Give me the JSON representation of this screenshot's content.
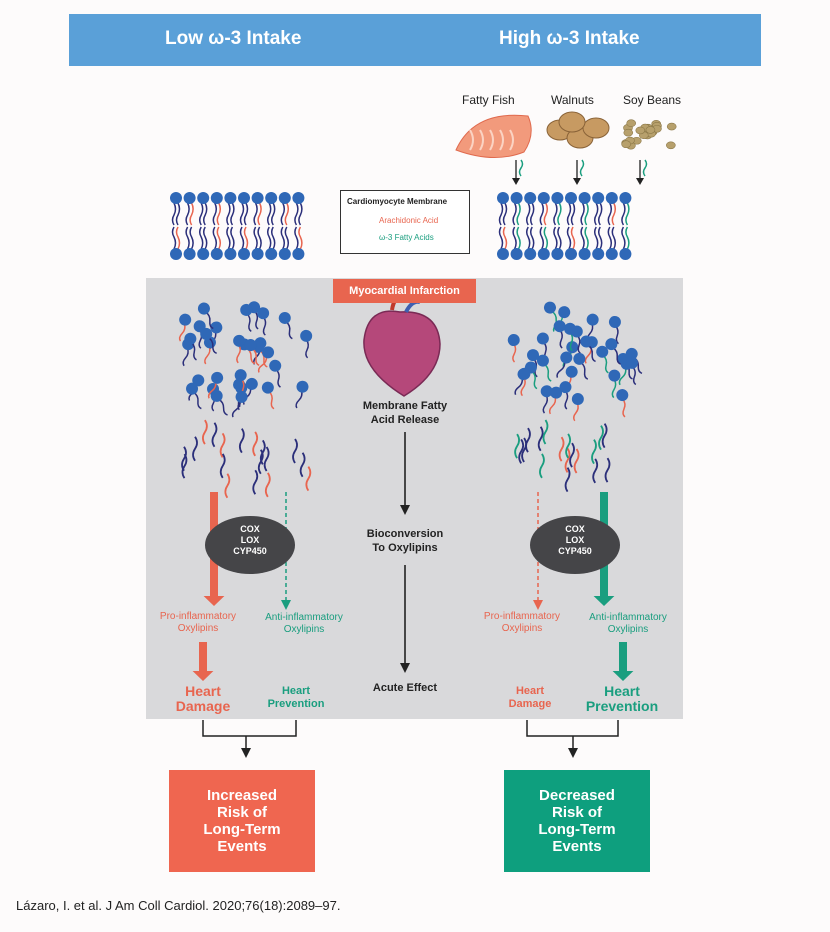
{
  "header": {
    "left_title": "Low ω-3 Intake",
    "right_title": "High ω-3 Intake"
  },
  "foods": [
    "Fatty Fish",
    "Walnuts",
    "Soy Beans"
  ],
  "legend": {
    "title": "Cardiomyocyte Membrane",
    "arachidonic": "Arachidonic Acid",
    "omega3": "ω-3 Fatty Acids",
    "arachidonic_color": "#e8654f",
    "omega3_color": "#1a9e7f"
  },
  "center": {
    "event": "Myocardial Infarction",
    "release": [
      "Membrane Fatty",
      "Acid Release"
    ],
    "bioconversion": [
      "Bioconversion",
      "To Oxylipins"
    ],
    "acute": "Acute Effect"
  },
  "enzymes": [
    "COX",
    "LOX",
    "CYP450"
  ],
  "left": {
    "pro": [
      "Pro-inflammatory",
      "Oxylipins"
    ],
    "anti": [
      "Anti-inflammatory",
      "Oxylipins"
    ],
    "damage": [
      "Heart",
      "Damage"
    ],
    "prevention": [
      "Heart",
      "Prevention"
    ],
    "outcome": [
      "Increased",
      "Risk of",
      "Long-Term",
      "Events"
    ],
    "outcome_color": "#ef6650"
  },
  "right": {
    "pro": [
      "Pro-inflammatory",
      "Oxylipins"
    ],
    "anti": [
      "Anti-inflammatory",
      "Oxylipins"
    ],
    "damage": [
      "Heart",
      "Damage"
    ],
    "prevention": [
      "Heart",
      "Prevention"
    ],
    "outcome": [
      "Decreased",
      "Risk of",
      "Long-Term",
      "Events"
    ],
    "outcome_color": "#0e9f7e"
  },
  "citation": "Lázaro, I. et al. J Am Coll Cardiol. 2020;76(18):2089–97.",
  "colors": {
    "banner": "#5aa0d8",
    "red": "#e8654f",
    "green": "#1a9e7f",
    "blue": "#2f68b7",
    "navy": "#2b2f7a"
  },
  "icons": [
    "salmon-icon",
    "walnuts-icon",
    "soybeans-icon",
    "heart-icon"
  ]
}
